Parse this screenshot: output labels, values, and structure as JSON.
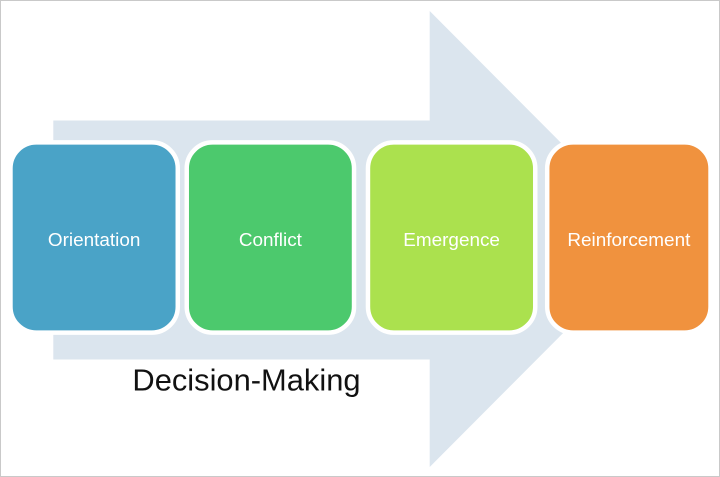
{
  "diagram": {
    "caption": "Decision-Making",
    "arrow_color": "#dbe5ee",
    "label_color": "#ffffff",
    "caption_color": "#111111",
    "stages": [
      {
        "label": "Orientation",
        "color": "#4aa3c7"
      },
      {
        "label": "Conflict",
        "color": "#4cc96d"
      },
      {
        "label": "Emergence",
        "color": "#abe14e"
      },
      {
        "label": "Reinforcement",
        "color": "#f0923e"
      }
    ]
  }
}
